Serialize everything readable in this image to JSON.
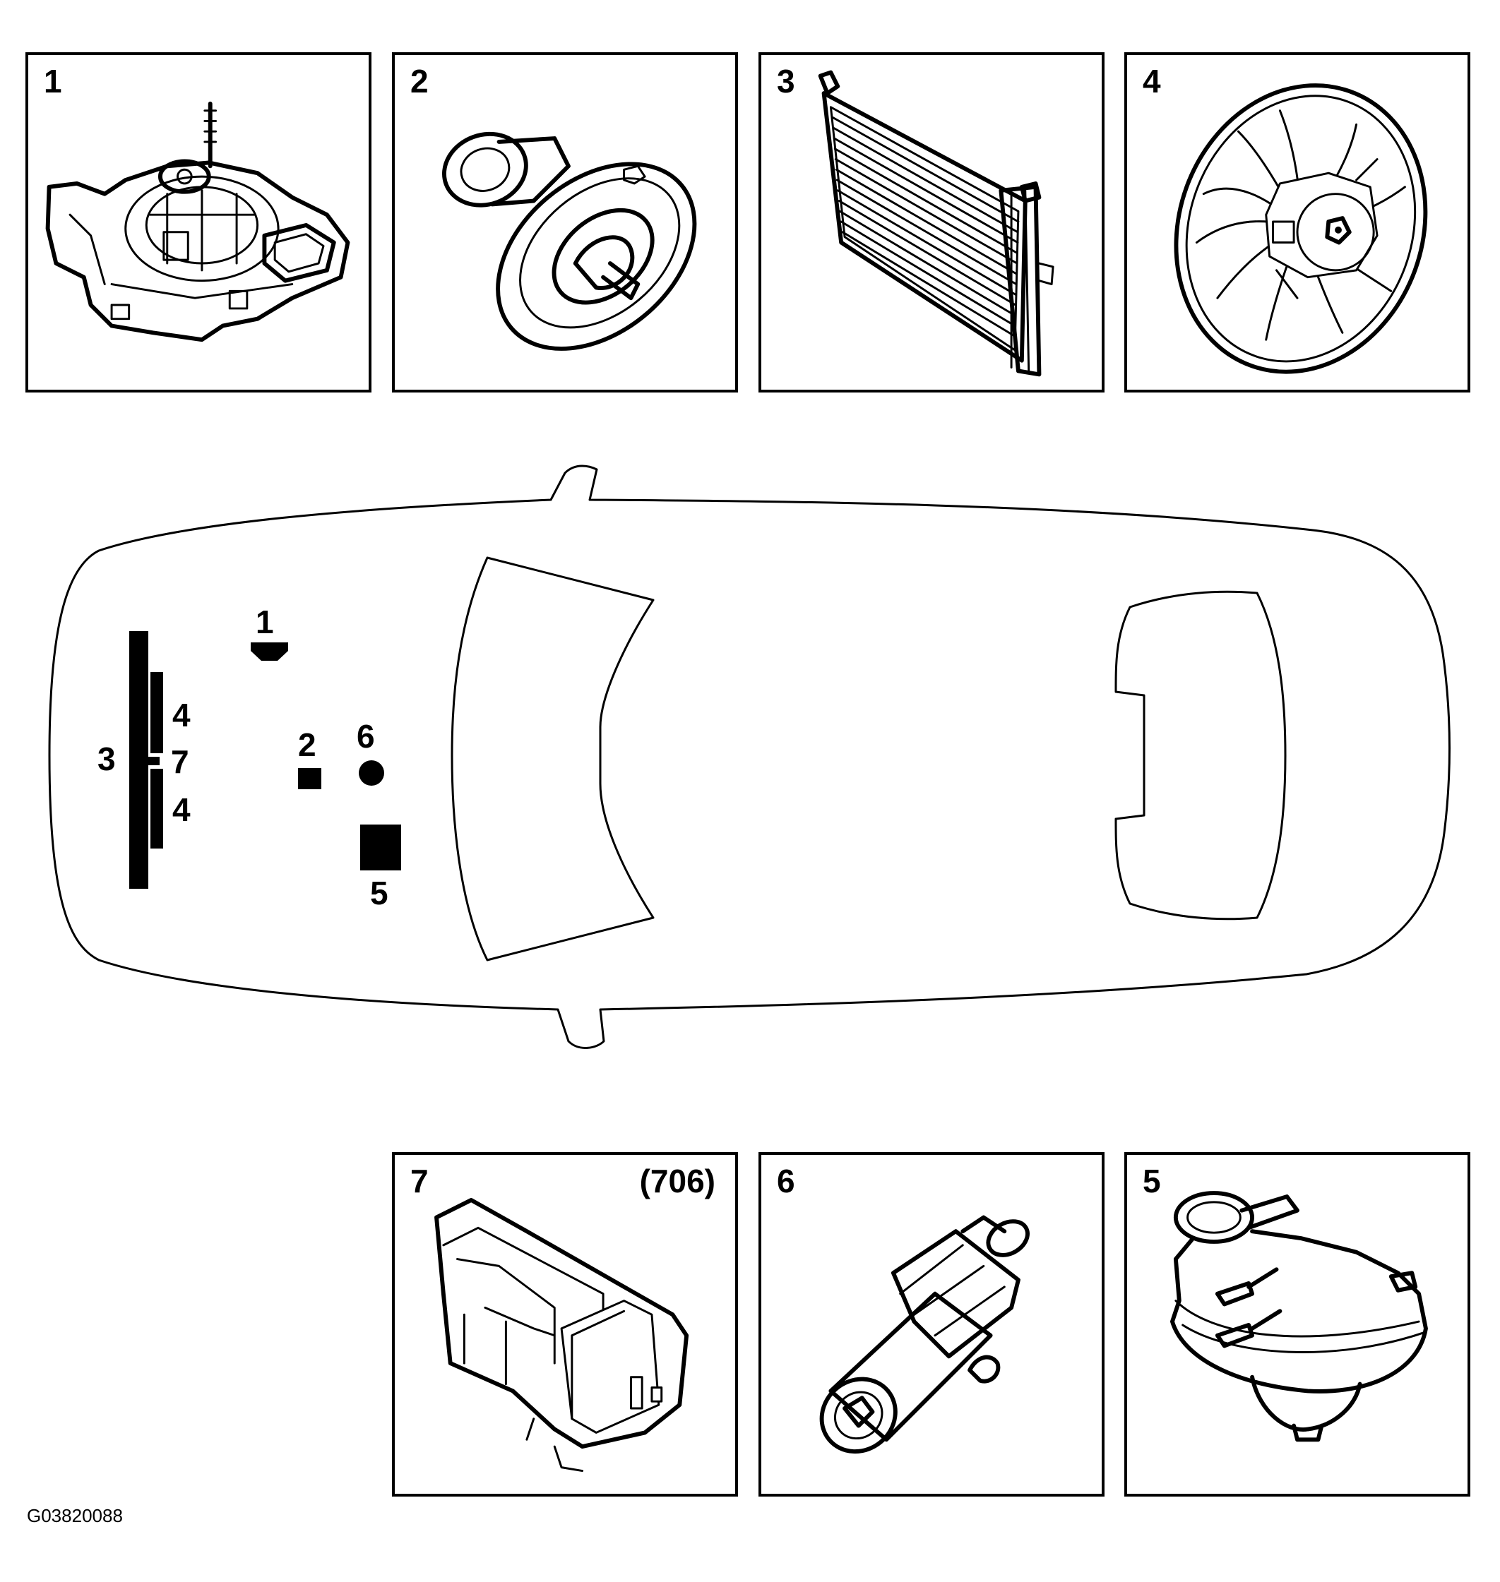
{
  "panels": {
    "p1": {
      "number": "1",
      "icon": "water-pump-icon"
    },
    "p2": {
      "number": "2",
      "icon": "thermostat-icon"
    },
    "p3": {
      "number": "3",
      "icon": "radiator-icon"
    },
    "p4": {
      "number": "4",
      "icon": "cooling-fan-icon"
    },
    "p7": {
      "number": "7",
      "code": "(706)",
      "icon": "control-module-icon"
    },
    "p6": {
      "number": "6",
      "icon": "auxiliary-pump-icon"
    },
    "p5": {
      "number": "5",
      "icon": "expansion-tank-icon"
    }
  },
  "car_callouts": {
    "c1": "1",
    "c2": "2",
    "c3": "3",
    "c4a": "4",
    "c4b": "4",
    "c5": "5",
    "c6": "6",
    "c7": "7"
  },
  "figure_code": "G03820088"
}
